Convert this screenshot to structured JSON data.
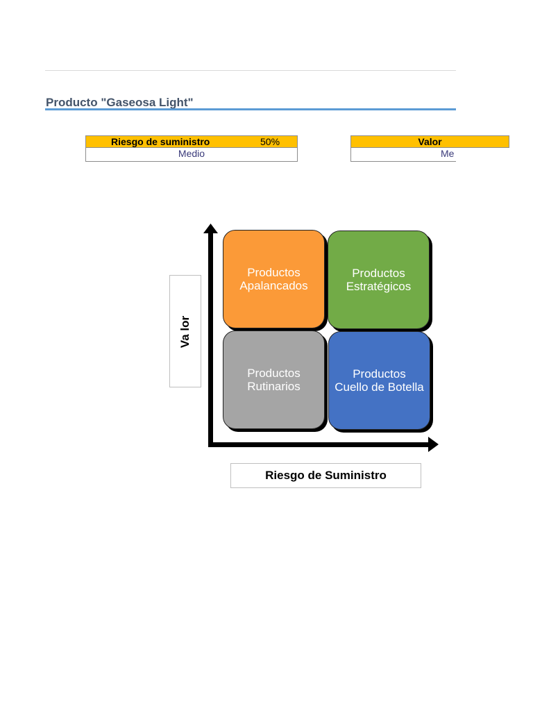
{
  "title": "Producto \"Gaseosa Light\"",
  "riesgo": {
    "label": "Riesgo de suministro",
    "percent": "50%",
    "level": "Medio"
  },
  "valor": {
    "label": "Valor",
    "level": "Me"
  },
  "matrix": {
    "quadrants": {
      "top_left": "Productos Apalancados",
      "top_right": "Productos Estratégicos",
      "bottom_left": "Productos Rutinarios",
      "bottom_right": "Productos Cuello de Botella"
    },
    "y_axis_label": "Va lor",
    "x_axis_label": "Riesgo de Suministro",
    "colors": {
      "top_left": "#fb9a38",
      "top_right": "#72ab47",
      "bottom_left": "#a5a5a5",
      "bottom_right": "#4472c4"
    }
  }
}
